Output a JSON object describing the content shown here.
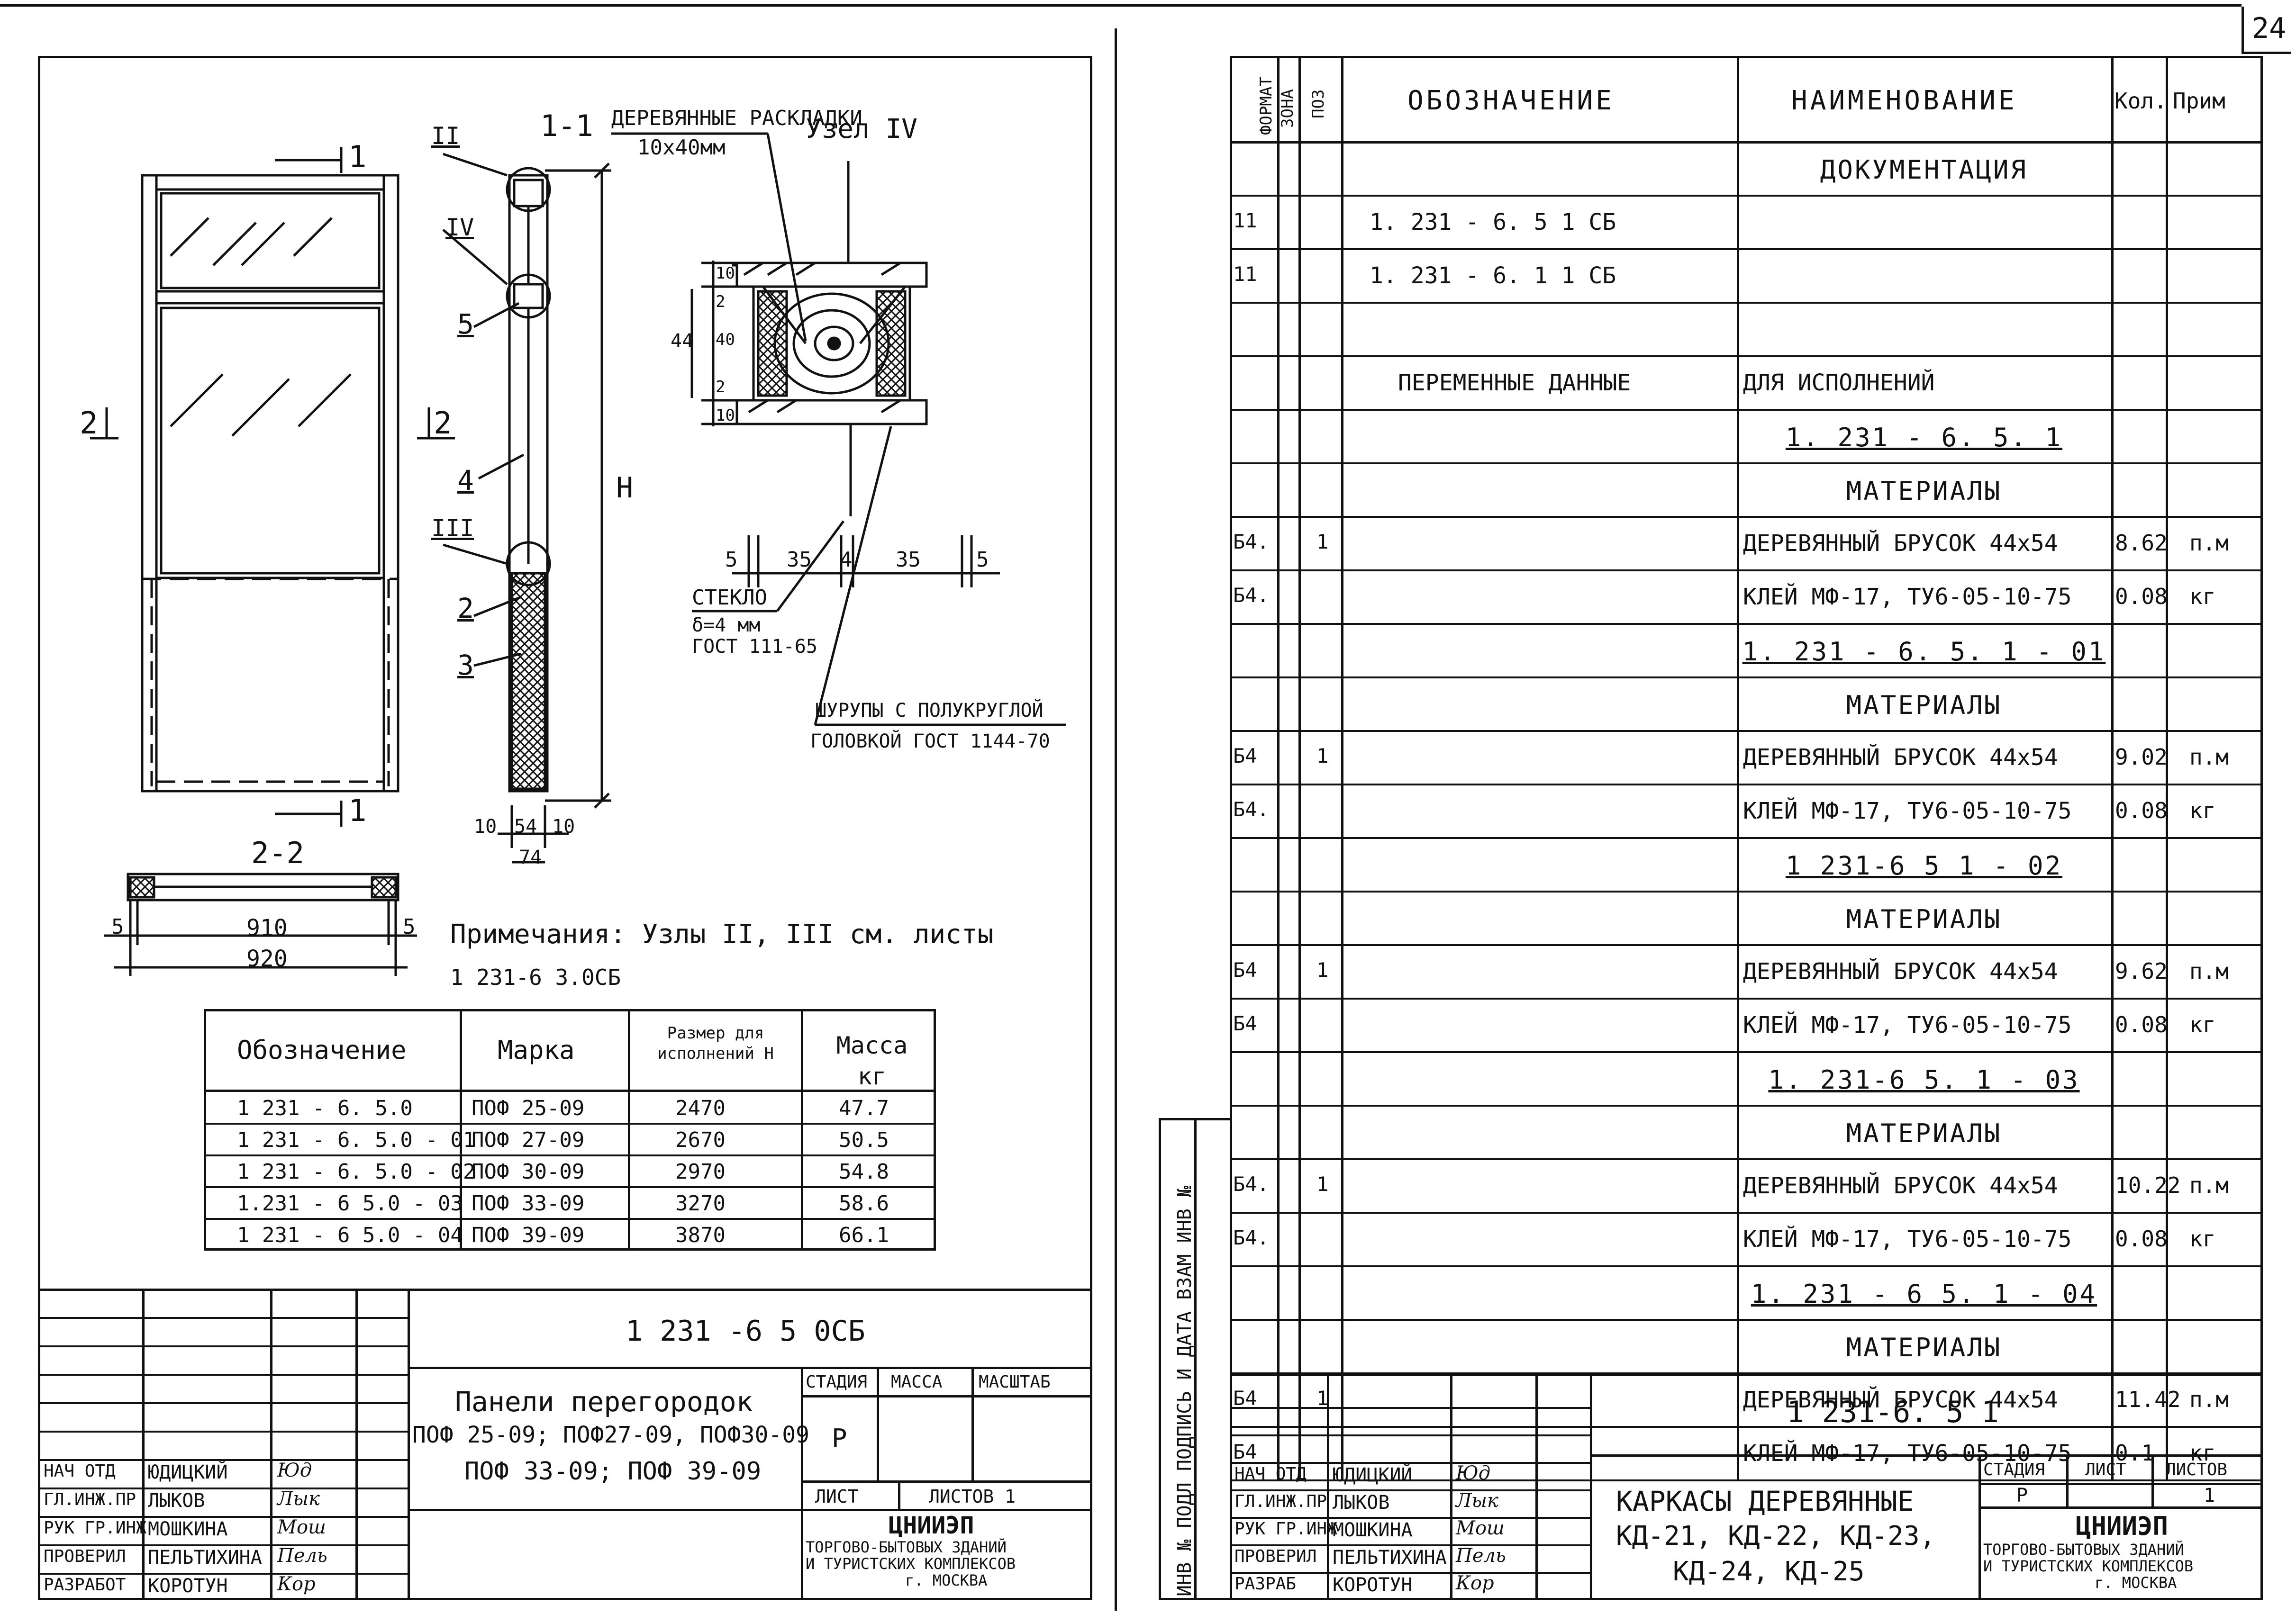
{
  "page_number": "24",
  "left": {
    "section_label": "1-1",
    "wood_strips": "ДЕРЕВЯННЫЕ РАСКЛАДКИ",
    "wood_strips_size": "10х40мм",
    "node_label": "Узел IV",
    "section_2_label": "2-2",
    "side_marks": {
      "s1_left": "1",
      "s1_right": "1",
      "s2_left": "2",
      "s2_right": "2",
      "s1b_right": "1"
    },
    "callouts": {
      "II": "II",
      "IV": "IV",
      "five": "5",
      "four": "4",
      "III": "III",
      "two": "2",
      "three": "3"
    },
    "H": "Н",
    "dims_section": {
      "d10a": "10",
      "d54": "54",
      "d10b": "10",
      "d74": "74"
    },
    "dims_22": {
      "s5a": "5",
      "d910": "910",
      "s5b": "5",
      "d920": "920"
    },
    "node_dims": {
      "v10a": "10",
      "v2a": "2",
      "v40": "40",
      "v2b": "2",
      "v10b": "10",
      "v44": "44",
      "h5a": "5",
      "h35a": "35",
      "h4": "4",
      "h35b": "35",
      "h5b": "5"
    },
    "glass": "СТЕКЛО",
    "glass_thk": "δ=4 мм",
    "glass_gost": "ГОСТ 111-65",
    "screws": "ШУРУПЫ С ПОЛУКРУГЛОЙ",
    "screws_2": "ГОЛОВКОЙ ГОСТ 1144-70",
    "note_1": "Примечания: Узлы II, III см. листы",
    "note_2": "1 231-6 3.0СБ",
    "table": {
      "headers": [
        "Обозначение",
        "Марка",
        "Размер для исполнений Н",
        "Масса кг"
      ],
      "rows": [
        [
          "1 231 - 6. 5.0",
          "ПОФ 25-09",
          "2470",
          "47.7"
        ],
        [
          "1 231 - 6. 5.0 - 01",
          "ПОФ 27-09",
          "2670",
          "50.5"
        ],
        [
          "1 231 - 6. 5.0 - 02",
          "ПОФ 30-09",
          "2970",
          "54.8"
        ],
        [
          "1.231 - 6 5.0 - 03",
          "ПОФ 33-09",
          "3270",
          "58.6"
        ],
        [
          "1 231 - 6 5.0 - 04",
          "ПОФ 39-09",
          "3870",
          "66.1"
        ]
      ]
    },
    "stamp": {
      "code": "1 231 -6 5 0СБ",
      "title_1": "Панели перегородок",
      "title_2": "ПОФ 25-09; ПОФ27-09, ПОФ30-09",
      "title_3": "ПОФ 33-09; ПОФ 39-09",
      "stage_h": "СТАДИЯ",
      "mass_h": "МАССА",
      "scale_h": "МАСШТАБ",
      "stage_v": "Р",
      "sheet_h": "ЛИСТ",
      "sheets_h": "ЛИСТОВ 1",
      "org_1": "ЦНИИЭП",
      "org_2": "ТОРГОВО-БЫТОВЫХ ЗДАНИЙ",
      "org_3": "И ТУРИСТСКИХ КОМПЛЕКСОВ",
      "org_4": "г. МОСКВА",
      "roles": [
        "НАЧ ОТД",
        "ГЛ.ИНЖ.ПР",
        "РУК ГР.ИНЖ",
        "ПРОВЕРИЛ",
        "РАЗРАБОТ"
      ],
      "names": [
        "ЮДИЦКИЙ",
        "ЛЫКОВ",
        "МОШКИНА",
        "ПЕЛЬТИХИНА",
        "КОРОТУН"
      ],
      "signs": [
        "Юд",
        "Лык",
        "Мош",
        "Пель",
        "Кор"
      ]
    }
  },
  "right": {
    "headers": {
      "format": "ФОРМАТ",
      "zone": "ЗОНА",
      "pos": "ПОЗ",
      "designation": "ОБОЗНАЧЕНИЕ",
      "name": "НАИМЕНОВАНИЕ",
      "qty": "Кол.",
      "note": "Прим"
    },
    "rows": [
      {
        "f": "",
        "d": "",
        "n": "ДОКУМЕНТАЦИЯ",
        "q": "",
        "u": "",
        "center": true
      },
      {
        "f": "11",
        "d": "1. 231 - 6. 5 1 СБ",
        "n": "",
        "q": "",
        "u": ""
      },
      {
        "f": "11",
        "d": "1. 231 - 6. 1 1 СБ",
        "n": "",
        "q": "",
        "u": ""
      },
      {
        "f": "",
        "d": "",
        "n": "",
        "q": "",
        "u": ""
      },
      {
        "f": "",
        "d": "ПЕРЕМЕННЫЕ ДАННЫЕ",
        "n": "ДЛЯ ИСПОЛНЕНИЙ",
        "q": "",
        "u": ""
      },
      {
        "f": "",
        "d": "",
        "n": "1. 231 - 6. 5. 1",
        "q": "",
        "u": "",
        "center": true,
        "ul": true
      },
      {
        "f": "",
        "d": "",
        "n": "МАТЕРИАЛЫ",
        "q": "",
        "u": "",
        "center": true
      },
      {
        "f": "Б4.",
        "p": "1",
        "d": "",
        "n": "ДЕРЕВЯННЫЙ БРУСОК 44х54",
        "q": "8.62",
        "u": "п.м"
      },
      {
        "f": "Б4.",
        "d": "",
        "n": "КЛЕЙ МФ-17, ТУ6-05-10-75",
        "q": "0.08",
        "u": "кг"
      },
      {
        "f": "",
        "d": "",
        "n": "1. 231 - 6. 5. 1 - 01",
        "q": "",
        "u": "",
        "center": true,
        "ul": true
      },
      {
        "f": "",
        "d": "",
        "n": "МАТЕРИАЛЫ",
        "q": "",
        "u": "",
        "center": true
      },
      {
        "f": "Б4",
        "p": "1",
        "d": "",
        "n": "ДЕРЕВЯННЫЙ БРУСОК 44х54",
        "q": "9.02",
        "u": "п.м"
      },
      {
        "f": "Б4.",
        "d": "",
        "n": "КЛЕЙ МФ-17, ТУ6-05-10-75",
        "q": "0.08",
        "u": "кг"
      },
      {
        "f": "",
        "d": "",
        "n": "1 231-6 5 1 - 02",
        "q": "",
        "u": "",
        "center": true,
        "ul": true
      },
      {
        "f": "",
        "d": "",
        "n": "МАТЕРИАЛЫ",
        "q": "",
        "u": "",
        "center": true
      },
      {
        "f": "Б4",
        "p": "1",
        "d": "",
        "n": "ДЕРЕВЯННЫЙ БРУСОК 44х54",
        "q": "9.62",
        "u": "п.м"
      },
      {
        "f": "Б4",
        "d": "",
        "n": "КЛЕЙ МФ-17, ТУ6-05-10-75",
        "q": "0.08",
        "u": "кг"
      },
      {
        "f": "",
        "d": "",
        "n": "1. 231-6 5. 1 - 03",
        "q": "",
        "u": "",
        "center": true,
        "ul": true
      },
      {
        "f": "",
        "d": "",
        "n": "МАТЕРИАЛЫ",
        "q": "",
        "u": "",
        "center": true
      },
      {
        "f": "Б4.",
        "p": "1",
        "d": "",
        "n": "ДЕРЕВЯННЫЙ БРУСОК 44х54",
        "q": "10.22",
        "u": "п.м"
      },
      {
        "f": "Б4.",
        "d": "",
        "n": "КЛЕЙ МФ-17, ТУ6-05-10-75",
        "q": "0.08",
        "u": "кг"
      },
      {
        "f": "",
        "d": "",
        "n": "1. 231 - 6 5. 1 - 04",
        "q": "",
        "u": "",
        "center": true,
        "ul": true
      },
      {
        "f": "",
        "d": "",
        "n": "МАТЕРИАЛЫ",
        "q": "",
        "u": "",
        "center": true
      },
      {
        "f": "Б4",
        "p": "1",
        "d": "",
        "n": "ДЕРЕВЯННЫЙ БРУСОК 44х54",
        "q": "11.42",
        "u": "п.м"
      },
      {
        "f": "Б4",
        "d": "",
        "n": "КЛЕЙ МФ-17, ТУ6-05-10-75",
        "q": "0.1",
        "u": "кг"
      }
    ],
    "side_margin": "ИНВ № ПОДЛ  ПОДПИСЬ И ДАТА  ВЗАМ ИНВ №",
    "stamp": {
      "code": "1 231-6. 5 1",
      "title_1": "КАРКАСЫ ДЕРЕВЯННЫЕ",
      "title_2": "КД-21, КД-22, КД-23,",
      "title_3": "КД-24, КД-25",
      "stage_h": "СТАДИЯ",
      "sheet_h": "ЛИСТ",
      "sheets_h": "ЛИСТОВ",
      "stage_v": "Р",
      "sheets_v": "1",
      "org_1": "ЦНИИЭП",
      "org_2": "ТОРГОВО-БЫТОВЫХ ЗДАНИЙ",
      "org_3": "И ТУРИСТСКИХ КОМПЛЕКСОВ",
      "org_4": "г. МОСКВА",
      "roles": [
        "НАЧ ОТД",
        "ГЛ.ИНЖ.ПР",
        "РУК ГР.ИНЖ",
        "ПРОВЕРИЛ",
        "РАЗРАБ"
      ],
      "names": [
        "ЮДИЦКИЙ",
        "ЛЫКОВ",
        "МОШКИНА",
        "ПЕЛЬТИХИНА",
        "КОРОТУН"
      ],
      "signs": [
        "Юд",
        "Лык",
        "Мош",
        "Пель",
        "Кор"
      ]
    }
  }
}
